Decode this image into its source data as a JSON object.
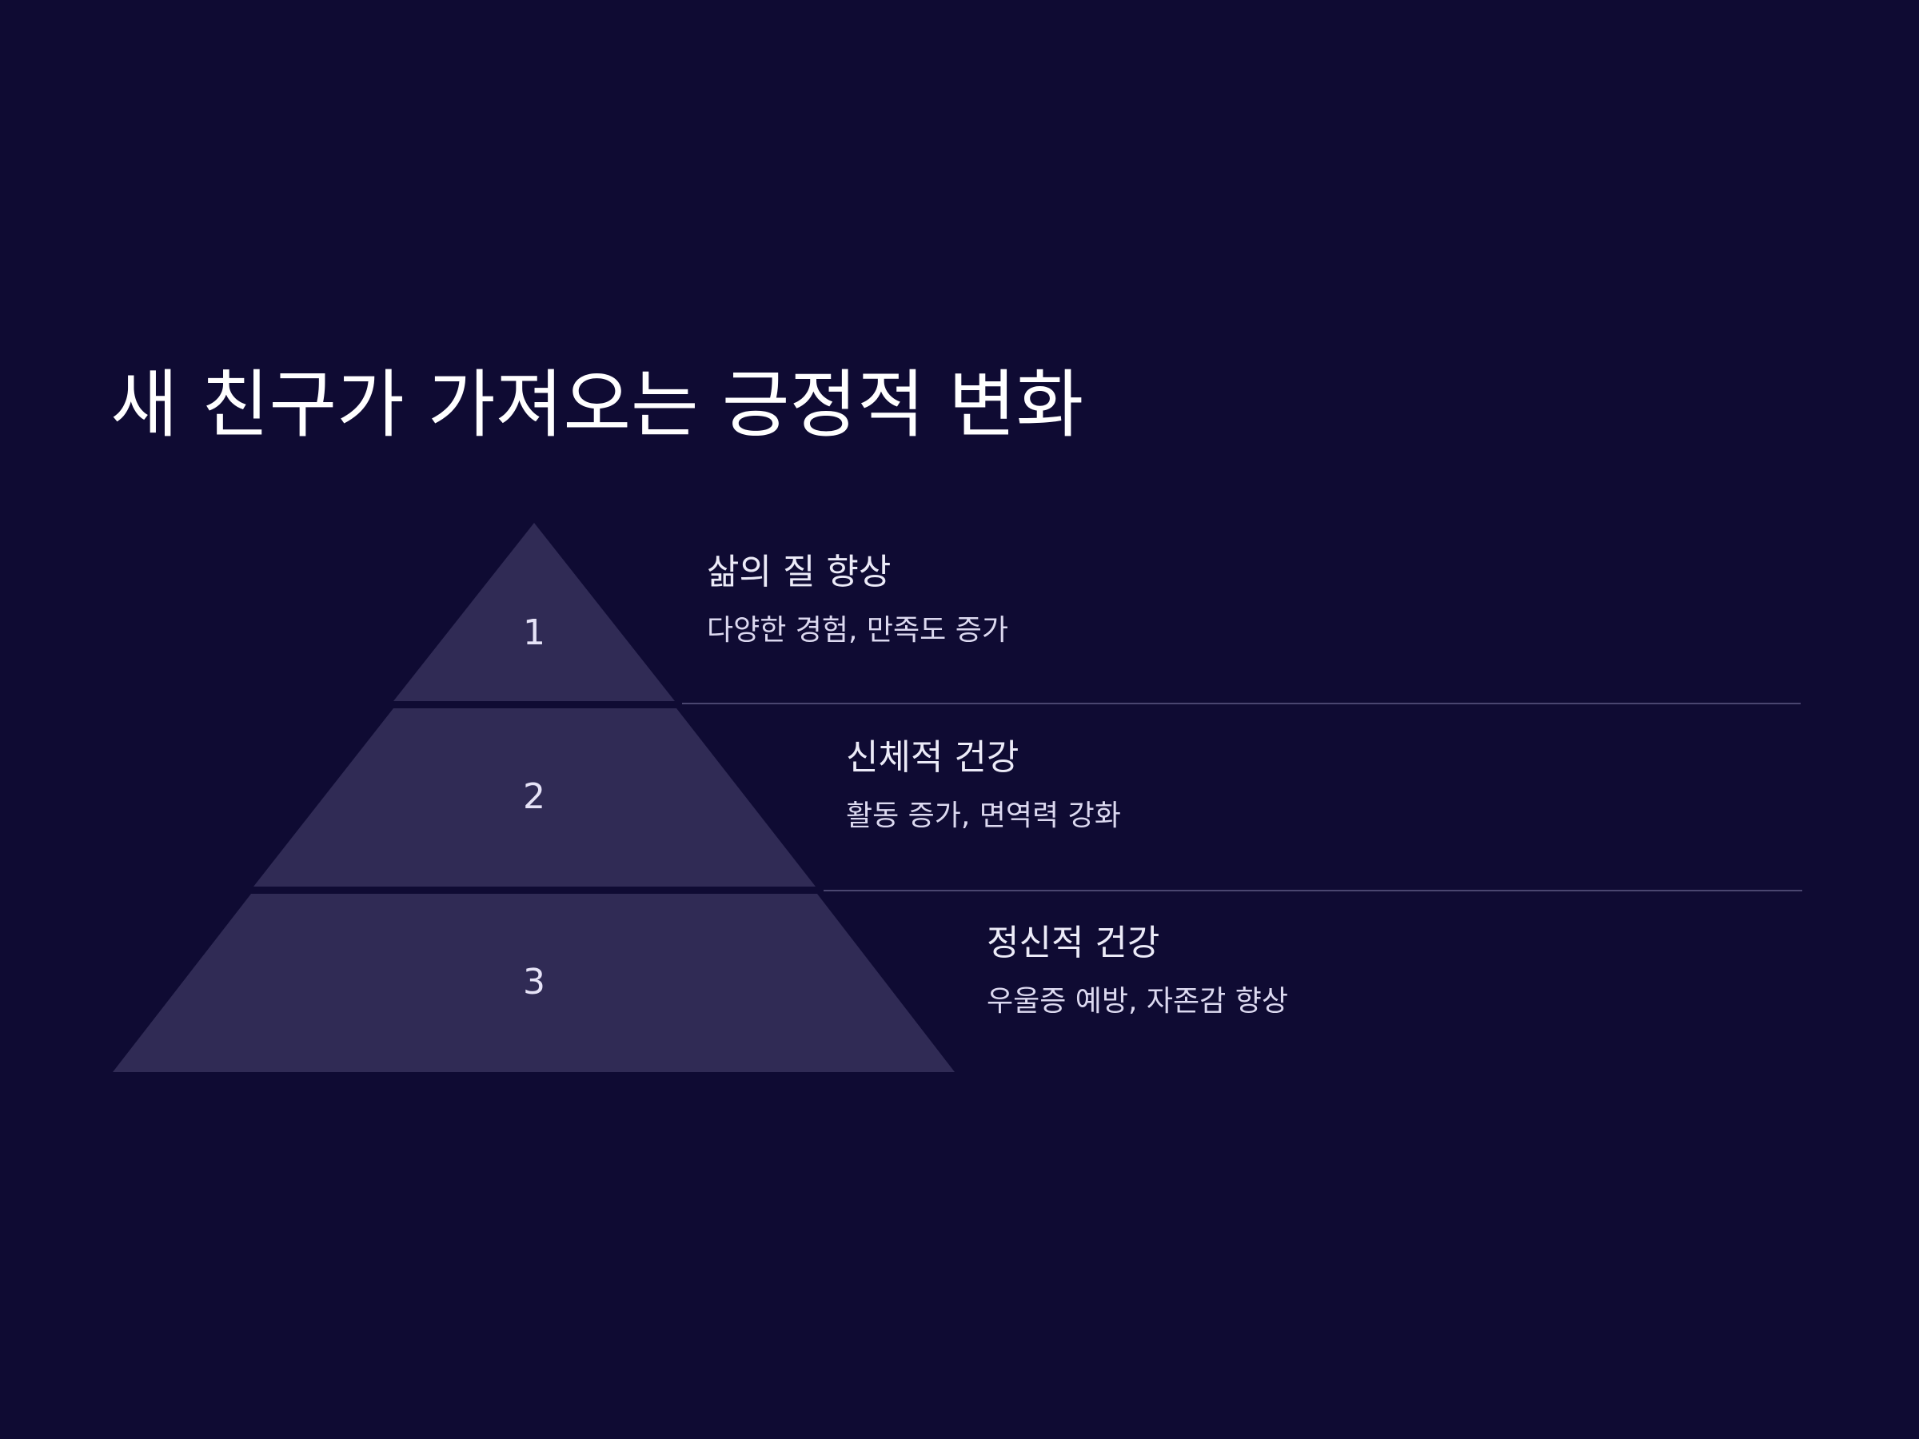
{
  "title": "새 친구가 가져오는 긍정적 변화",
  "colors": {
    "background": "#0f0b33",
    "tier_fill": "#302b55",
    "divider": "#4a4670",
    "text": "#ffffff"
  },
  "tiers": [
    {
      "number": "1",
      "heading": "삶의 질 향상",
      "description": "다양한 경험, 만족도 증가"
    },
    {
      "number": "2",
      "heading": "신체적 건강",
      "description": "활동 증가, 면역력 강화"
    },
    {
      "number": "3",
      "heading": "정신적 건강",
      "description": "우울증 예방, 자존감 향상"
    }
  ]
}
